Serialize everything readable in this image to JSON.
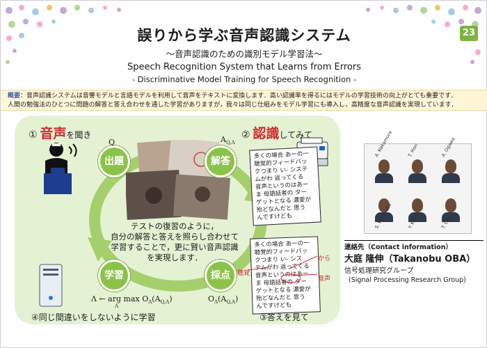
{
  "page_number": "23",
  "title_ja": "誤りから学ぶ音声認識システム",
  "subtitle_ja": "〜音声認識のための識別モデル学習法〜",
  "title_en": "Speech Recognition System that Learns from Errors",
  "subtitle_en": "- Discriminative Model Training for Speech Recognition -",
  "abstract": {
    "label": "概要",
    "line1": "音声認識システムは音響モデルと言語モデルを利用して音声をテキストに変換します．高い認識率を得るにはモデルの学習技術の向上がとても重要です．",
    "line2": "人間の勉強法のひとつに問題の解答と答え合わせを通した学習がありますが，我々は同じ仕組みをモデル学習にも導入し，高精度な音声認識を実現しています．"
  },
  "diagram": {
    "step1_num": "①",
    "step1_big": "音声",
    "step1_rest": "を聞き",
    "step2_num": "②",
    "step2_big": "認識",
    "step2_rest": "してみて",
    "step3": "③答えを見て",
    "step4": "④同じ間違いをしないように学習",
    "badge_q": "出題",
    "badge_a": "解答",
    "badge_check": "採点",
    "badge_learn": "学習",
    "label_q": "Q",
    "label_a": "A",
    "label_a_sub": "Q,Λ",
    "label_ol": "O",
    "label_ol_sub": "Λ",
    "label_ol_arg": "(A",
    "label_ol_arg_sub": "Q,Λ",
    "label_ol_close": ")",
    "formula_left": "Λ ← arg max O",
    "formula_under": "Λ",
    "formula_sub": "Λ",
    "formula_arg": "(A",
    "formula_arg_sub": "Q,Λ",
    "formula_close": ")",
    "center_text": [
      "テストの復習のように，",
      "自分の解答と答えを照らし合わせて",
      "学習することで，更に賢い音声認識",
      "を実現します．"
    ],
    "paper_top": [
      "多くの場合 あーの一",
      "聴覚的フィードバッ",
      "クつまり い- システ",
      "ムがわ 返ってくる",
      "音声というのはあー",
      "ま 母語話者の ター",
      "ゲットとなる 濃愛が",
      "殆どなんだと 思う",
      "んですけども"
    ],
    "paper_bottom": [
      "多くの場合 あーの一",
      "聴覚的フィードバッ",
      "クつまり い- シス",
      "テムがわ 返ってくる",
      "音声というのはあー",
      "ま 母語話者の ター",
      "ゲットとなる 濃愛が",
      "殆どなんだと 思う",
      "んですけども"
    ],
    "mark_kara": "から",
    "mark_onsei": "音声",
    "mark_bo": "聴覚"
  },
  "people": [
    {
      "name": "A. Nakamura"
    },
    {
      "name": "T. Hori"
    },
    {
      "name": "A. Ogawa"
    },
    {
      "name": "S. Watanabe"
    },
    {
      "name": "Y. Kubo"
    },
    {
      "name": "T. Oba"
    }
  ],
  "contact": {
    "label": "連絡先（Contact information）",
    "name": "大庭 隆伸（Takanobu OBA）",
    "group": "信号処理研究グループ",
    "group_en": "(Signal Processing Research Group)"
  },
  "colors": {
    "accent_green": "#8bc34a",
    "accent_red": "#d2292f",
    "panel_bg": "#e4f2d3",
    "abstract_bg": "#fff6d8",
    "label_blue": "#3a5dae"
  }
}
